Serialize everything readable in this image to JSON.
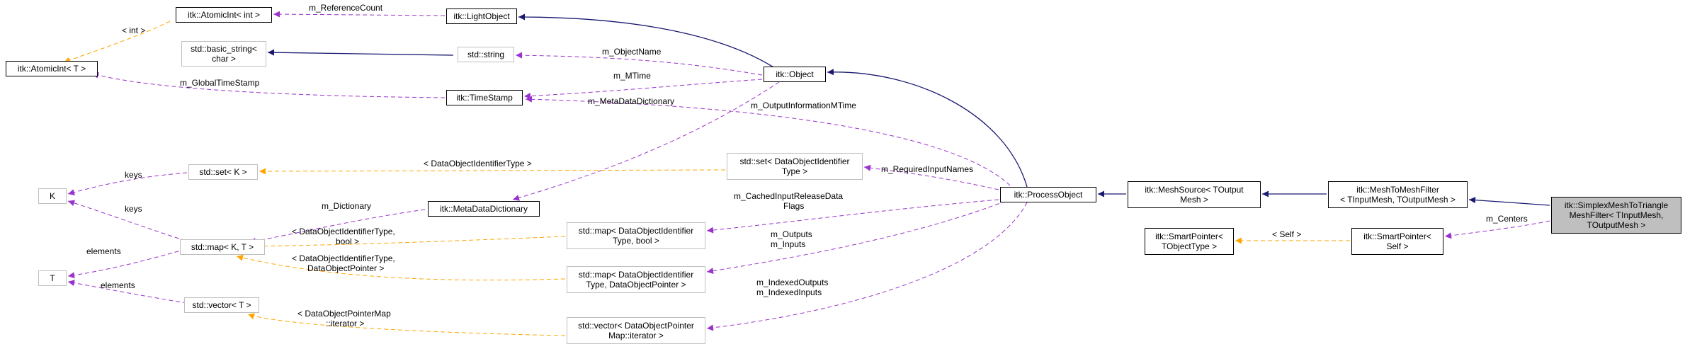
{
  "colors": {
    "inheritance": "#191970",
    "usage": "#9a32cd",
    "template": "#ffa500",
    "node_border": "#000000",
    "node_border_external": "#bfbfbf",
    "selected_fill": "#bfbfbf"
  },
  "nodes": {
    "atomicint_int": {
      "lines": [
        "itk::AtomicInt< int >"
      ]
    },
    "lightobject": {
      "lines": [
        "itk::LightObject"
      ]
    },
    "atomicint_t": {
      "lines": [
        "itk::AtomicInt< T >"
      ]
    },
    "basic_string": {
      "lines": [
        "std::basic_string<",
        "char >"
      ]
    },
    "std_string": {
      "lines": [
        "std::string"
      ]
    },
    "object": {
      "lines": [
        "itk::Object"
      ]
    },
    "timestamp": {
      "lines": [
        "itk::TimeStamp"
      ]
    },
    "set_k": {
      "lines": [
        "std::set< K >"
      ]
    },
    "set_doi": {
      "lines": [
        "std::set< DataObjectIdentifier",
        "Type >"
      ]
    },
    "k": {
      "lines": [
        "K"
      ]
    },
    "metadatadictionary": {
      "lines": [
        "itk::MetaDataDictionary"
      ]
    },
    "processobject": {
      "lines": [
        "itk::ProcessObject"
      ]
    },
    "meshsource": {
      "lines": [
        "itk::MeshSource< TOutput",
        "Mesh >"
      ]
    },
    "meshtomeshfilter": {
      "lines": [
        "itk::MeshToMeshFilter",
        "< TInputMesh, TOutputMesh >"
      ]
    },
    "simplex": {
      "lines": [
        "itk::SimplexMeshToTriangle",
        "MeshFilter< TInputMesh,",
        "TOutputMesh >"
      ]
    },
    "map_kt": {
      "lines": [
        "std::map< K, T >"
      ]
    },
    "map_bool": {
      "lines": [
        "std::map< DataObjectIdentifier",
        "Type, bool >"
      ]
    },
    "map_dop": {
      "lines": [
        "std::map< DataObjectIdentifier",
        "Type, DataObjectPointer >"
      ]
    },
    "t": {
      "lines": [
        "T"
      ]
    },
    "sp_tobject": {
      "lines": [
        "itk::SmartPointer<",
        "TObjectType >"
      ]
    },
    "sp_self": {
      "lines": [
        "itk::SmartPointer<",
        "Self >"
      ]
    },
    "vector_t": {
      "lines": [
        "std::vector< T >"
      ]
    },
    "vector_dop": {
      "lines": [
        "std::vector< DataObjectPointer",
        "Map::iterator >"
      ]
    }
  },
  "edge_labels": {
    "reference_count": "m_ReferenceCount",
    "int": "< int >",
    "object_name": "m_ObjectName",
    "global_timestamp": "m_GlobalTimeStamp",
    "mtime": "m_MTime",
    "metadata_dictionary": "m_MetaDataDictionary",
    "output_info_mtime": "m_OutputInformationMTime",
    "keys_set": "keys",
    "doi_type": "< DataObjectIdentifierType >",
    "required_input_names": "m_RequiredInputNames",
    "keys_map": "keys",
    "dictionary": "m_Dictionary",
    "cached_flags_1": "m_CachedInputReleaseData",
    "cached_flags_2": "Flags",
    "doi_bool_1": "< DataObjectIdentifierType,",
    "doi_bool_2": "bool >",
    "elements_map": "elements",
    "outputs": "m_Outputs",
    "inputs": "m_Inputs",
    "doi_dop_1": "< DataObjectIdentifierType,",
    "doi_dop_2": "DataObjectPointer >",
    "elements_vector": "elements",
    "indexed_outputs": "m_IndexedOutputs",
    "indexed_inputs": "m_IndexedInputs",
    "dop_iter_1": "< DataObjectPointerMap",
    "dop_iter_2": "::iterator >",
    "self": "< Self >",
    "centers": "m_Centers"
  }
}
